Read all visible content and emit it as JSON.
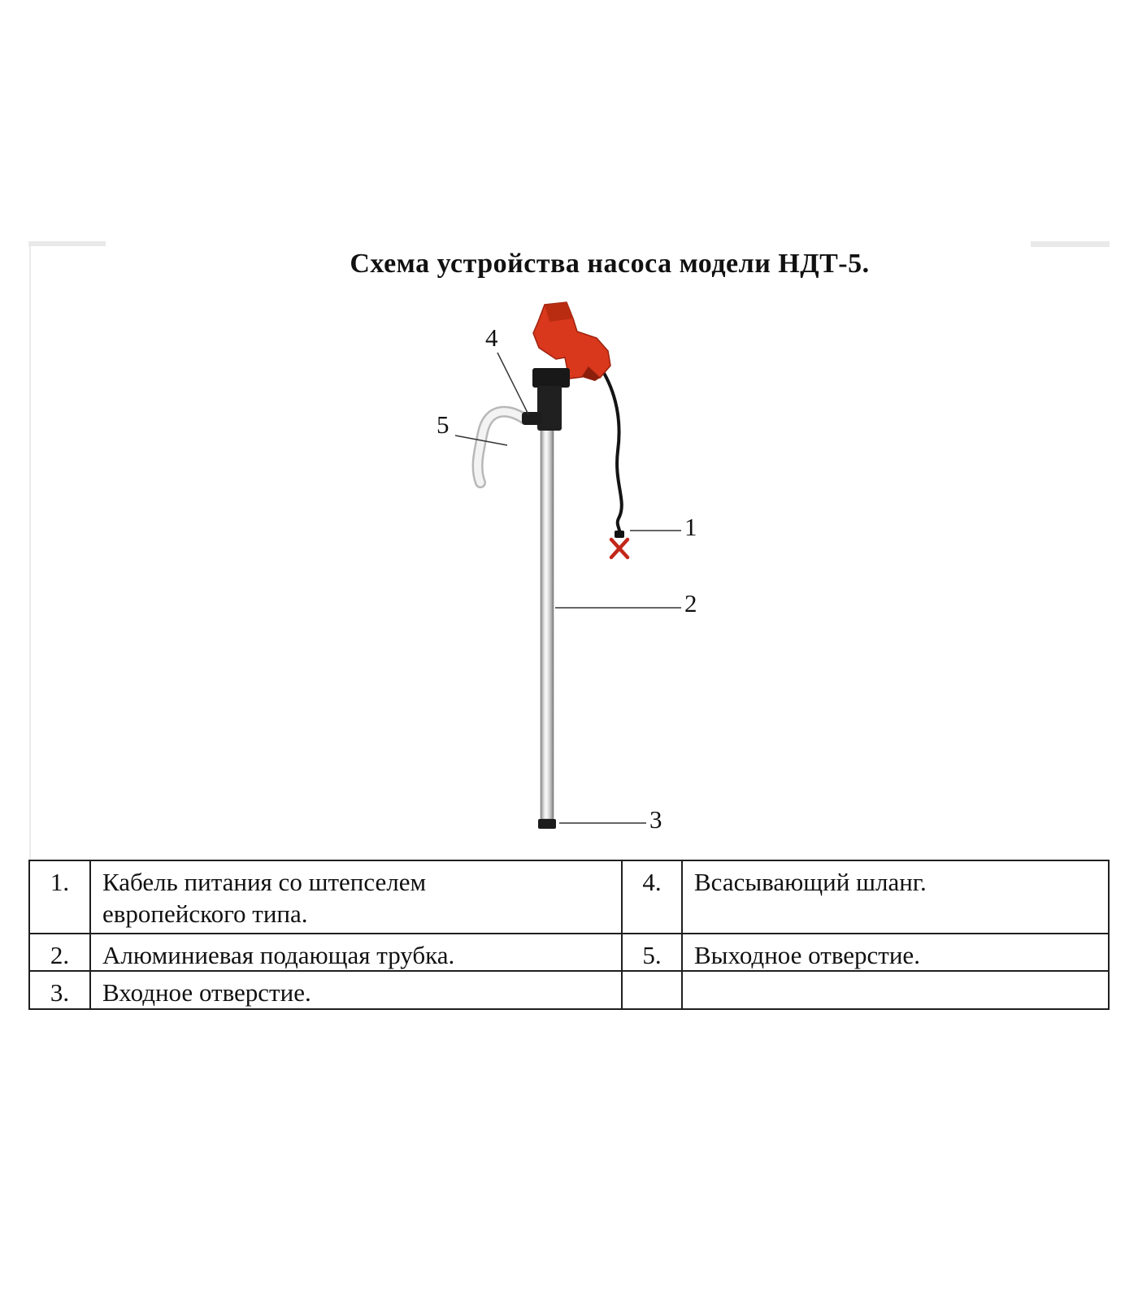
{
  "page": {
    "title": "Схема устройства насоса модели НДТ-5."
  },
  "diagram": {
    "callouts": [
      {
        "num": "1"
      },
      {
        "num": "2"
      },
      {
        "num": "3"
      },
      {
        "num": "4"
      },
      {
        "num": "5"
      }
    ]
  },
  "parts_table": {
    "rows": [
      {
        "left_num": "1.",
        "left_label": "Кабель питания со штепселем европейского типа.",
        "right_num": "4.",
        "right_label": "Всасывающий шланг."
      },
      {
        "left_num": "2.",
        "left_label": "Алюминиевая  подающая трубка.",
        "right_num": "5.",
        "right_label": "Выходное отверстие."
      },
      {
        "left_num": "3.",
        "left_label": "Входное отверстие.",
        "right_num": "",
        "right_label": ""
      }
    ]
  },
  "colors": {
    "motor_red": "#d9381c",
    "metal_dark": "#1a1a1a",
    "tube_gray": "#bfbfbf"
  }
}
